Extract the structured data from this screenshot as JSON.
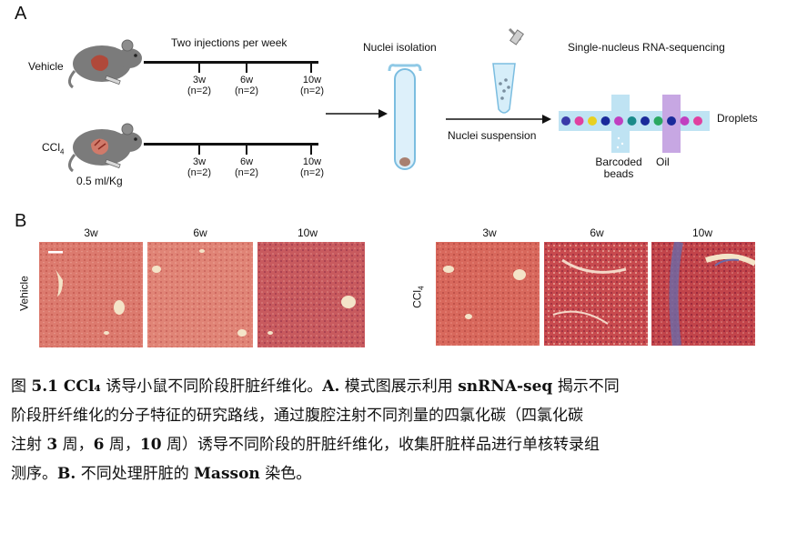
{
  "panel_a": {
    "letter": "A",
    "timeline_title": "Two injections per week",
    "groups": [
      {
        "label": "Vehicle",
        "sub": ""
      },
      {
        "label": "CCl",
        "sub": "4"
      }
    ],
    "dose": "0.5 ml/Kg",
    "timepoints": [
      {
        "week": "3w",
        "n": "(n=2)"
      },
      {
        "week": "6w",
        "n": "(n=2)"
      },
      {
        "week": "10w",
        "n": "(n=2)"
      }
    ],
    "nuclei_isolation": "Nuclei isolation",
    "nuclei_suspension": "Nuclei suspension",
    "snrna_title": "Single-nucleus RNA-sequencing",
    "droplets": "Droplets",
    "barcoded_beads": [
      "Barcoded",
      "beads"
    ],
    "oil": "Oil",
    "droplet_colors": [
      "#3a3aa8",
      "#e040a0",
      "#e8d020",
      "#1a2a9a",
      "#c040c0",
      "#1a8a8a",
      "#1a2a9a",
      "#2aa860",
      "#1a2a9a",
      "#c040c0",
      "#e040a0"
    ],
    "mouse_color": "#7b7b7b",
    "liver_color": "#b0493a",
    "channel_color": "#bfe3f3",
    "oil_color": "#c7a7e3"
  },
  "panel_b": {
    "letter": "B",
    "left_group": "Vehicle",
    "right_group_main": "CCl",
    "right_group_sub": "4",
    "weeks": [
      "3w",
      "6w",
      "10w"
    ],
    "stain_color": "#d2645a",
    "fibrosis_color": "#6a6aa8"
  },
  "caption": {
    "lines": [
      [
        {
          "text": "图 ",
          "bold": false
        },
        {
          "text": "5.1 CCl₄",
          "bold": true
        },
        {
          "text": " 诱导小鼠不同阶段肝脏纤维化。",
          "bold": false
        },
        {
          "text": "A.",
          "bold": true
        },
        {
          "text": " 模式图展示利用 ",
          "bold": false
        },
        {
          "text": "snRNA-seq",
          "bold": true
        },
        {
          "text": " 揭示不同",
          "bold": false
        }
      ],
      [
        {
          "text": "阶段肝纤维化的分子特征的研究路线，通过腹腔注射不同剂量的四氯化碳（四氯化碳",
          "bold": false
        }
      ],
      [
        {
          "text": "注射 ",
          "bold": false
        },
        {
          "text": "3",
          "bold": true
        },
        {
          "text": " 周，",
          "bold": false
        },
        {
          "text": "6",
          "bold": true
        },
        {
          "text": " 周，",
          "bold": false
        },
        {
          "text": "10",
          "bold": true
        },
        {
          "text": " 周）诱导不同阶段的肝脏纤维化，收集肝脏样品进行单核转录组",
          "bold": false
        }
      ],
      [
        {
          "text": "测序。",
          "bold": false
        },
        {
          "text": "B.",
          "bold": true
        },
        {
          "text": " 不同处理肝脏的 ",
          "bold": false
        },
        {
          "text": "Masson",
          "bold": true
        },
        {
          "text": " 染色。",
          "bold": false
        }
      ]
    ]
  }
}
